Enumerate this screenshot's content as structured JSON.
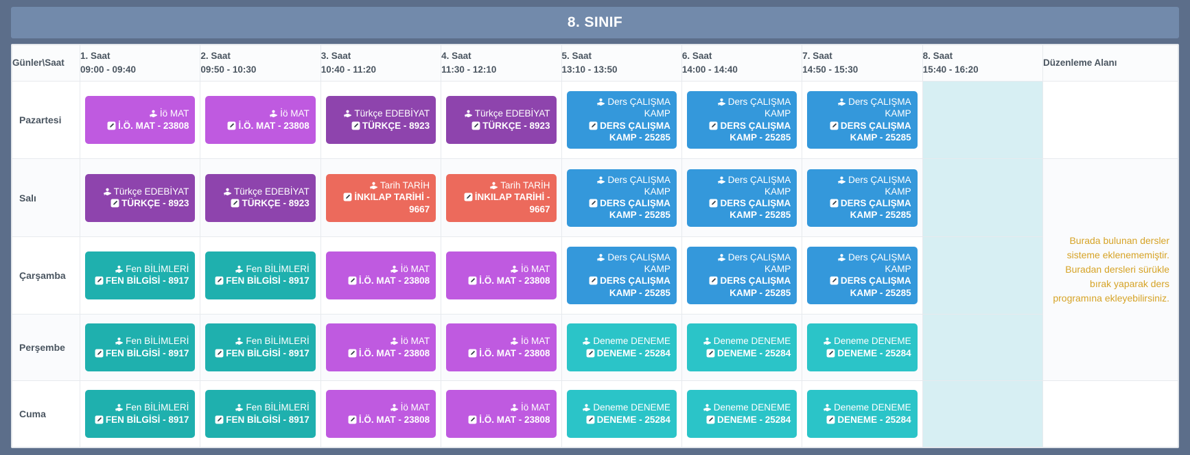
{
  "header": {
    "title": "8. SINIF"
  },
  "table": {
    "day_header": "Günler\\Saat",
    "edit_header": "Düzenleme Alanı",
    "periods": [
      {
        "name": "1. Saat",
        "time": "09:00 - 09:40"
      },
      {
        "name": "2. Saat",
        "time": "09:50 - 10:30"
      },
      {
        "name": "3. Saat",
        "time": "10:40 - 11:20"
      },
      {
        "name": "4. Saat",
        "time": "11:30 - 12:10"
      },
      {
        "name": "5. Saat",
        "time": "13:10 - 13:50"
      },
      {
        "name": "6. Saat",
        "time": "14:00 - 14:40"
      },
      {
        "name": "7. Saat",
        "time": "14:50 - 15:30"
      },
      {
        "name": "8. Saat",
        "time": "15:40 - 16:20"
      }
    ],
    "days": [
      "Pazartesi",
      "Salı",
      "Çarşamba",
      "Perşembe",
      "Cuma"
    ],
    "edit_note": "Burada bulunan dersler sisteme eklenememiştir. Buradan dersleri sürükle bırak yaparak ders programına ekleyebilirsiniz."
  },
  "colors": {
    "frame": "#5c6e8a",
    "titlebar": "#728aab",
    "mat": "#bf5ae0",
    "turkce": "#8e44ad",
    "tarih": "#ec6a5c",
    "kamp": "#3498db",
    "fen": "#1fb0ae",
    "deneme": "#2bc4c8",
    "empty_slot": "#d7eff3",
    "note_text": "#d6a326"
  },
  "icons": {
    "teacher": "teacher-icon",
    "book": "book-edit-icon"
  },
  "courses": {
    "mat": {
      "teacher": "İö MAT",
      "lesson": "İ.Ö. MAT - 23808",
      "color": "#bf5ae0"
    },
    "turkce": {
      "teacher": "Türkçe EDEBİYAT",
      "lesson": "TÜRKÇE - 8923",
      "color": "#8e44ad"
    },
    "tarih": {
      "teacher": "Tarih TARİH",
      "lesson": "İNKILAP TARİHİ - 9667",
      "color": "#ec6a5c"
    },
    "kamp": {
      "teacher": "Ders ÇALIŞMA KAMP",
      "lesson": "DERS ÇALIŞMA KAMP - 25285",
      "color": "#3498db"
    },
    "fen": {
      "teacher": "Fen BİLİMLERİ",
      "lesson": "FEN BİLGİSİ - 8917",
      "color": "#1fb0ae"
    },
    "deneme": {
      "teacher": "Deneme DENEME",
      "lesson": "DENEME - 25284",
      "color": "#2bc4c8"
    }
  },
  "grid": [
    [
      "mat",
      "mat",
      "turkce",
      "turkce",
      "kamp",
      "kamp",
      "kamp",
      null
    ],
    [
      "turkce",
      "turkce",
      "tarih",
      "tarih",
      "kamp",
      "kamp",
      "kamp",
      null
    ],
    [
      "fen",
      "fen",
      "mat",
      "mat",
      "kamp",
      "kamp",
      "kamp",
      null
    ],
    [
      "fen",
      "fen",
      "mat",
      "mat",
      "deneme",
      "deneme",
      "deneme",
      null
    ],
    [
      "fen",
      "fen",
      "mat",
      "mat",
      "deneme",
      "deneme",
      "deneme",
      null
    ]
  ]
}
